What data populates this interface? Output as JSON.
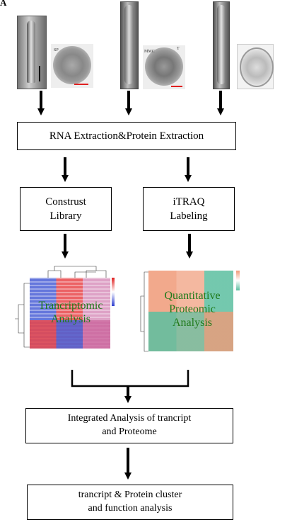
{
  "panel_label": "A",
  "image_labels": {
    "sp": "SP",
    "mmc": "MMC",
    "t": "T"
  },
  "boxes": {
    "extraction": "RNA Extraction&Protein Extraction",
    "construct_line1": "Construst",
    "construct_line2": "Library",
    "itraq_line1": "iTRAQ",
    "itraq_line2": "Labeling",
    "integrated_line1": "Integrated Analysis of trancript",
    "integrated_line2": "and Proteome",
    "cluster_line1": "trancript & Protein cluster",
    "cluster_line2": "and function analysis"
  },
  "heatmaps": {
    "transcriptomic_line1": "Trancriptomic",
    "transcriptomic_line2": "Analysis",
    "proteomic_line1": "Quantitative",
    "proteomic_line2": "Proteomic",
    "proteomic_line3": "Analysis"
  },
  "colors": {
    "heat_blue": "#4a5fd6",
    "heat_red": "#e8464a",
    "heat_white": "#f2e9ee",
    "prot_green": "#5bbfa0",
    "prot_orange": "#f09a78",
    "overlay_text": "#1f7a1a"
  }
}
